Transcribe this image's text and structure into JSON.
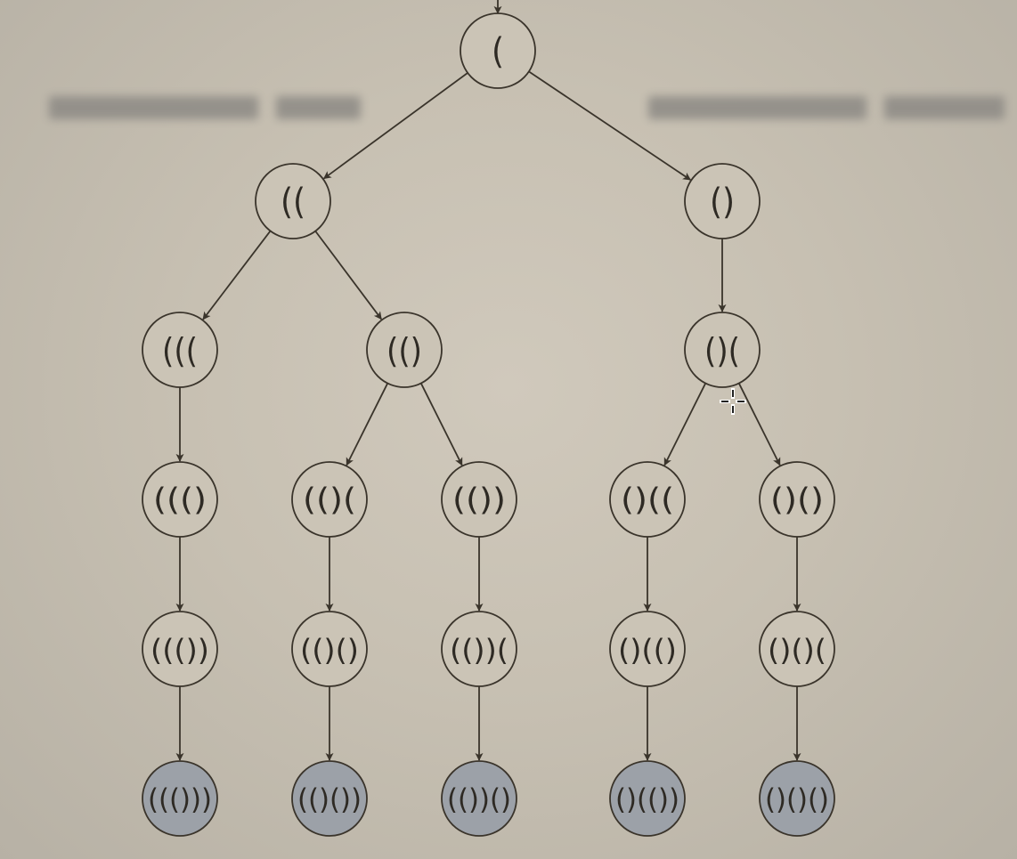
{
  "diagram": {
    "style": {
      "background": "#c8c1b4",
      "node_fill": "#cbc4b6",
      "leaf_fill": "#9ca1a8",
      "stroke": "#3a342b",
      "text": "#2e2a24"
    },
    "nodes": [
      {
        "id": "root",
        "label": "(",
        "leaf": false
      },
      {
        "id": "l1-left",
        "label": "((",
        "leaf": false
      },
      {
        "id": "l1-right",
        "label": "()",
        "leaf": false
      },
      {
        "id": "l2-a",
        "label": "(((",
        "leaf": false
      },
      {
        "id": "l2-b",
        "label": "(()",
        "leaf": false
      },
      {
        "id": "l2-c",
        "label": "()(",
        "leaf": false
      },
      {
        "id": "l3-a",
        "label": "((()",
        "leaf": false
      },
      {
        "id": "l3-b",
        "label": "(()(",
        "leaf": false
      },
      {
        "id": "l3-c",
        "label": "(())",
        "leaf": false
      },
      {
        "id": "l3-d",
        "label": "()((",
        "leaf": false
      },
      {
        "id": "l3-e",
        "label": "()()",
        "leaf": false
      },
      {
        "id": "l4-a",
        "label": "((())",
        "leaf": false
      },
      {
        "id": "l4-b",
        "label": "(()()",
        "leaf": false
      },
      {
        "id": "l4-c",
        "label": "(())(",
        "leaf": false
      },
      {
        "id": "l4-d",
        "label": "()(()",
        "leaf": false
      },
      {
        "id": "l4-e",
        "label": "()()(",
        "leaf": false
      },
      {
        "id": "l5-a",
        "label": "((()))",
        "leaf": true
      },
      {
        "id": "l5-b",
        "label": "(()())",
        "leaf": true
      },
      {
        "id": "l5-c",
        "label": "(())()",
        "leaf": true
      },
      {
        "id": "l5-d",
        "label": "()(())",
        "leaf": true
      },
      {
        "id": "l5-e",
        "label": "()()()",
        "leaf": true
      }
    ],
    "edges": [
      [
        "root",
        "l1-left"
      ],
      [
        "root",
        "l1-right"
      ],
      [
        "l1-left",
        "l2-a"
      ],
      [
        "l1-left",
        "l2-b"
      ],
      [
        "l1-right",
        "l2-c"
      ],
      [
        "l2-a",
        "l3-a"
      ],
      [
        "l2-b",
        "l3-b"
      ],
      [
        "l2-b",
        "l3-c"
      ],
      [
        "l2-c",
        "l3-d"
      ],
      [
        "l2-c",
        "l3-e"
      ],
      [
        "l3-a",
        "l4-a"
      ],
      [
        "l3-b",
        "l4-b"
      ],
      [
        "l3-c",
        "l4-c"
      ],
      [
        "l3-d",
        "l4-d"
      ],
      [
        "l3-e",
        "l4-e"
      ],
      [
        "l4-a",
        "l5-a"
      ],
      [
        "l4-b",
        "l5-b"
      ],
      [
        "l4-c",
        "l5-c"
      ],
      [
        "l4-d",
        "l5-d"
      ],
      [
        "l4-e",
        "l5-e"
      ]
    ]
  }
}
